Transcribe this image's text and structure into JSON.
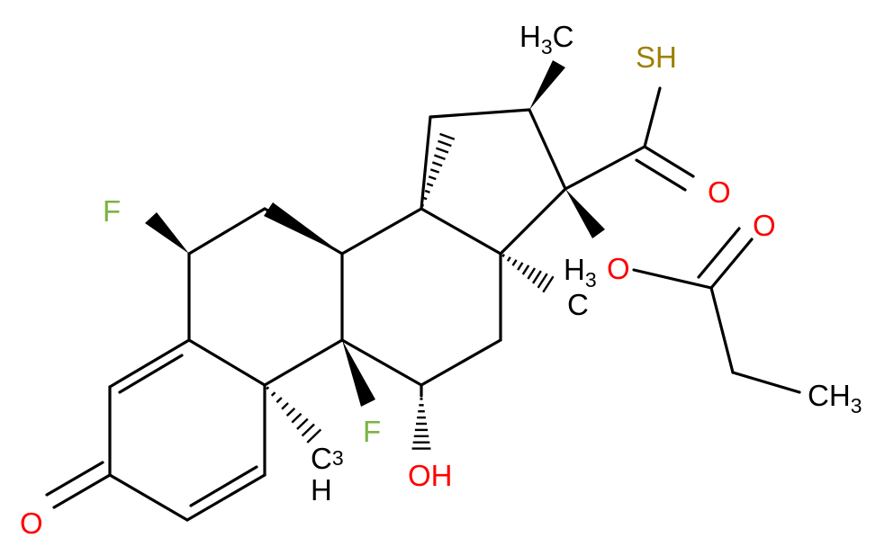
{
  "colors": {
    "bond": "#000000",
    "F": "#7cb342",
    "O": "#ff0000",
    "S": "#9e8000",
    "C": "#000000"
  },
  "labels": {
    "methyl_top": {
      "main": "H",
      "sub": "3",
      "tail": "C"
    },
    "SH": "SH",
    "thioacid_O": "O",
    "ester_carbonyl_O": "O",
    "ester_O": "O",
    "methyl_17": {
      "main": "H",
      "sub": "3",
      "tail": "C"
    },
    "ethyl_CH3": {
      "main": "CH",
      "sub": "3"
    },
    "F6": "F",
    "F9": "F",
    "OH11": "OH",
    "methyl_10": {
      "main": "C",
      "sub": "3",
      "H": "H"
    },
    "ketone_O": "O"
  }
}
